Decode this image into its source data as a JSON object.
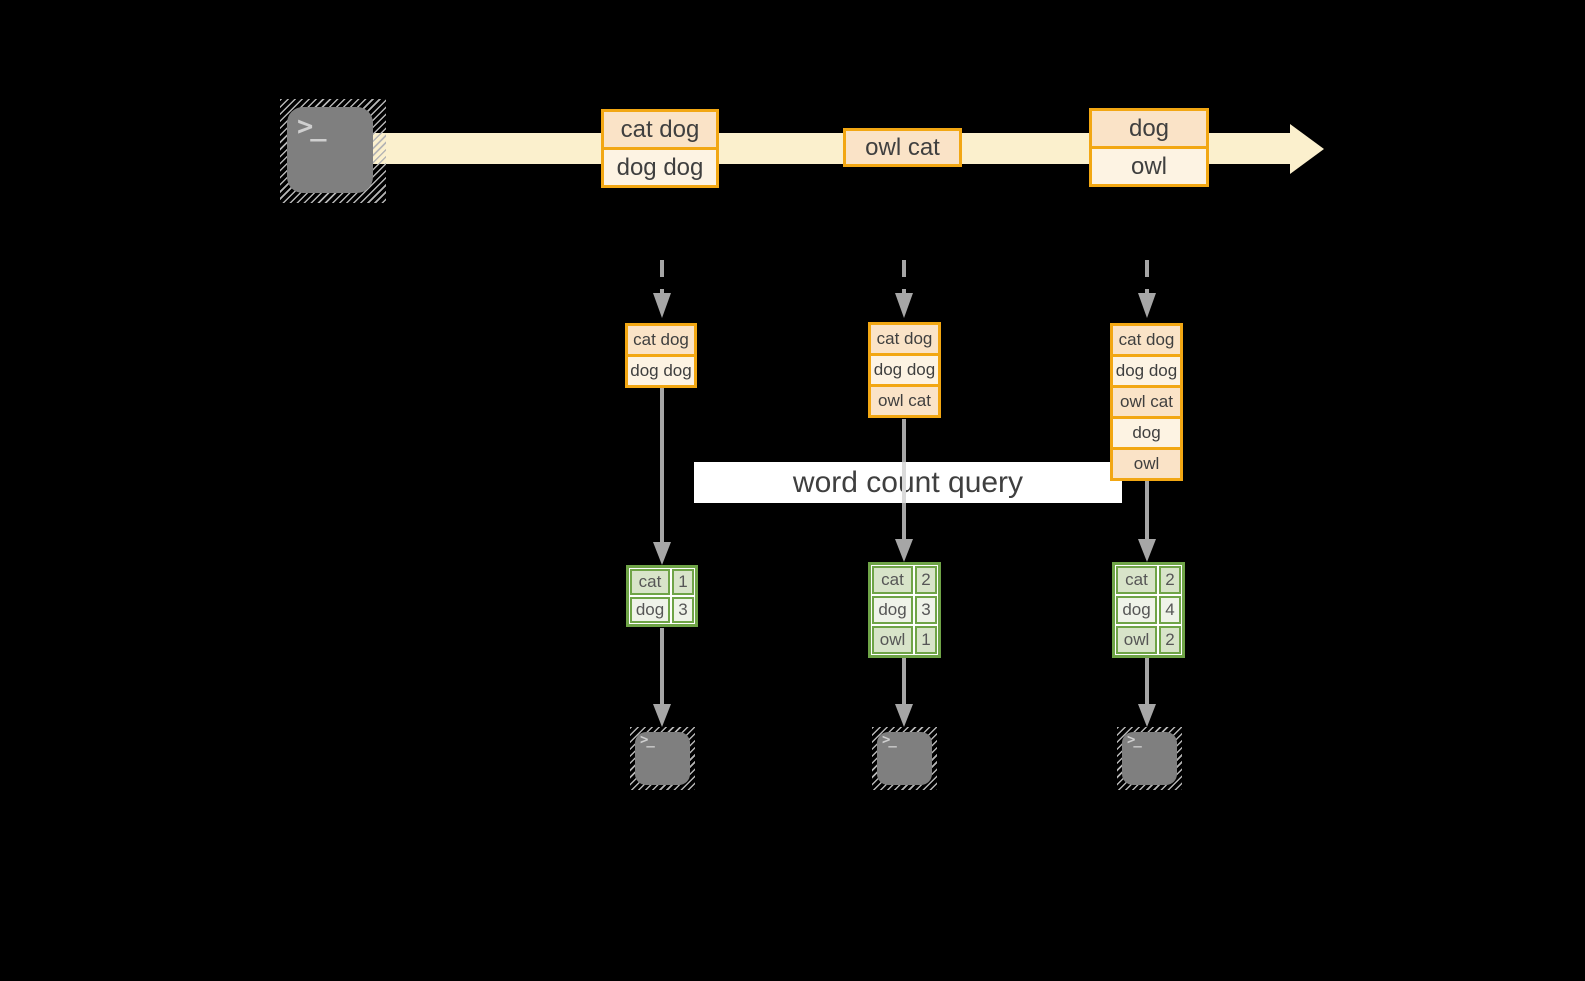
{
  "banner": {
    "label": "word count query"
  },
  "icons": {
    "prompt_glyph": ">_"
  },
  "colors": {
    "background": "#000000",
    "stream_arrow": "#FBF0CD",
    "batch_border": "#F2A713",
    "batch_fill_peach": "#FAE3C7",
    "batch_fill_cream": "#FDF3E3",
    "table_border": "#6FA447",
    "table_fill_sage": "#D8E4C9",
    "table_fill_pale": "#EFF3E9",
    "arrow_gray": "#A6A6A6",
    "terminal_gray": "#7F7F7F",
    "banner_bg": "#FFFFFF",
    "text_dark": "#3F3F3F"
  },
  "timeline": {
    "batches": [
      {
        "rows": [
          "cat dog",
          "dog dog"
        ]
      },
      {
        "rows": [
          "owl cat"
        ]
      },
      {
        "rows": [
          "dog",
          "owl"
        ]
      }
    ]
  },
  "columns": [
    {
      "stack_rows": [
        "cat dog",
        "dog dog"
      ],
      "counts": [
        {
          "word": "cat",
          "count": "1"
        },
        {
          "word": "dog",
          "count": "3"
        }
      ]
    },
    {
      "stack_rows": [
        "cat dog",
        "dog dog",
        "owl cat"
      ],
      "counts": [
        {
          "word": "cat",
          "count": "2"
        },
        {
          "word": "dog",
          "count": "3"
        },
        {
          "word": "owl",
          "count": "1"
        }
      ]
    },
    {
      "stack_rows": [
        "cat dog",
        "dog dog",
        "owl cat",
        "dog",
        "owl"
      ],
      "counts": [
        {
          "word": "cat",
          "count": "2"
        },
        {
          "word": "dog",
          "count": "4"
        },
        {
          "word": "owl",
          "count": "2"
        }
      ]
    }
  ]
}
